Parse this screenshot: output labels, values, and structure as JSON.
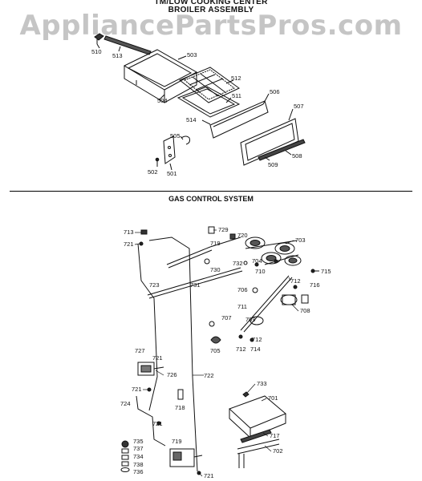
{
  "header": {
    "title_line1": "TM/LOW COOKING CENTER",
    "title_line2": "BROILER ASSEMBLY",
    "watermark": "AppliancePartsPros.com"
  },
  "sections": {
    "gas_control_title": "GAS CONTROL SYSTEM"
  },
  "broiler_labels": {
    "p510": "510",
    "p513": "513",
    "p503": "503",
    "p512": "512",
    "p504": "504",
    "p511": "511",
    "p506": "506",
    "p507": "507",
    "p514": "514",
    "p505": "505",
    "p502": "502",
    "p501": "501",
    "p509": "509",
    "p508": "508"
  },
  "gas_labels": {
    "p713": "713",
    "p729": "729",
    "p720": "720",
    "p703": "703",
    "p721a": "721",
    "p719a": "719",
    "p704": "704",
    "p730": "730",
    "p732": "732",
    "p710": "710",
    "p715": "715",
    "p723": "723",
    "p731": "731",
    "p712a": "712",
    "p716": "716",
    "p706": "706",
    "p711": "711",
    "p708": "708",
    "p707": "707",
    "p709": "709",
    "p712b": "712",
    "p705": "705",
    "p712c": "712",
    "p714": "714",
    "p727": "727",
    "p721b": "721",
    "p726": "726",
    "p722": "722",
    "p733": "733",
    "p721c": "721",
    "p701": "701",
    "p718": "718",
    "p724": "724",
    "p721d": "721",
    "p717": "717",
    "p735": "735",
    "p737": "737",
    "p719b": "719",
    "p734": "734",
    "p702": "702",
    "p738": "738",
    "p736": "736",
    "p721e": "721"
  }
}
